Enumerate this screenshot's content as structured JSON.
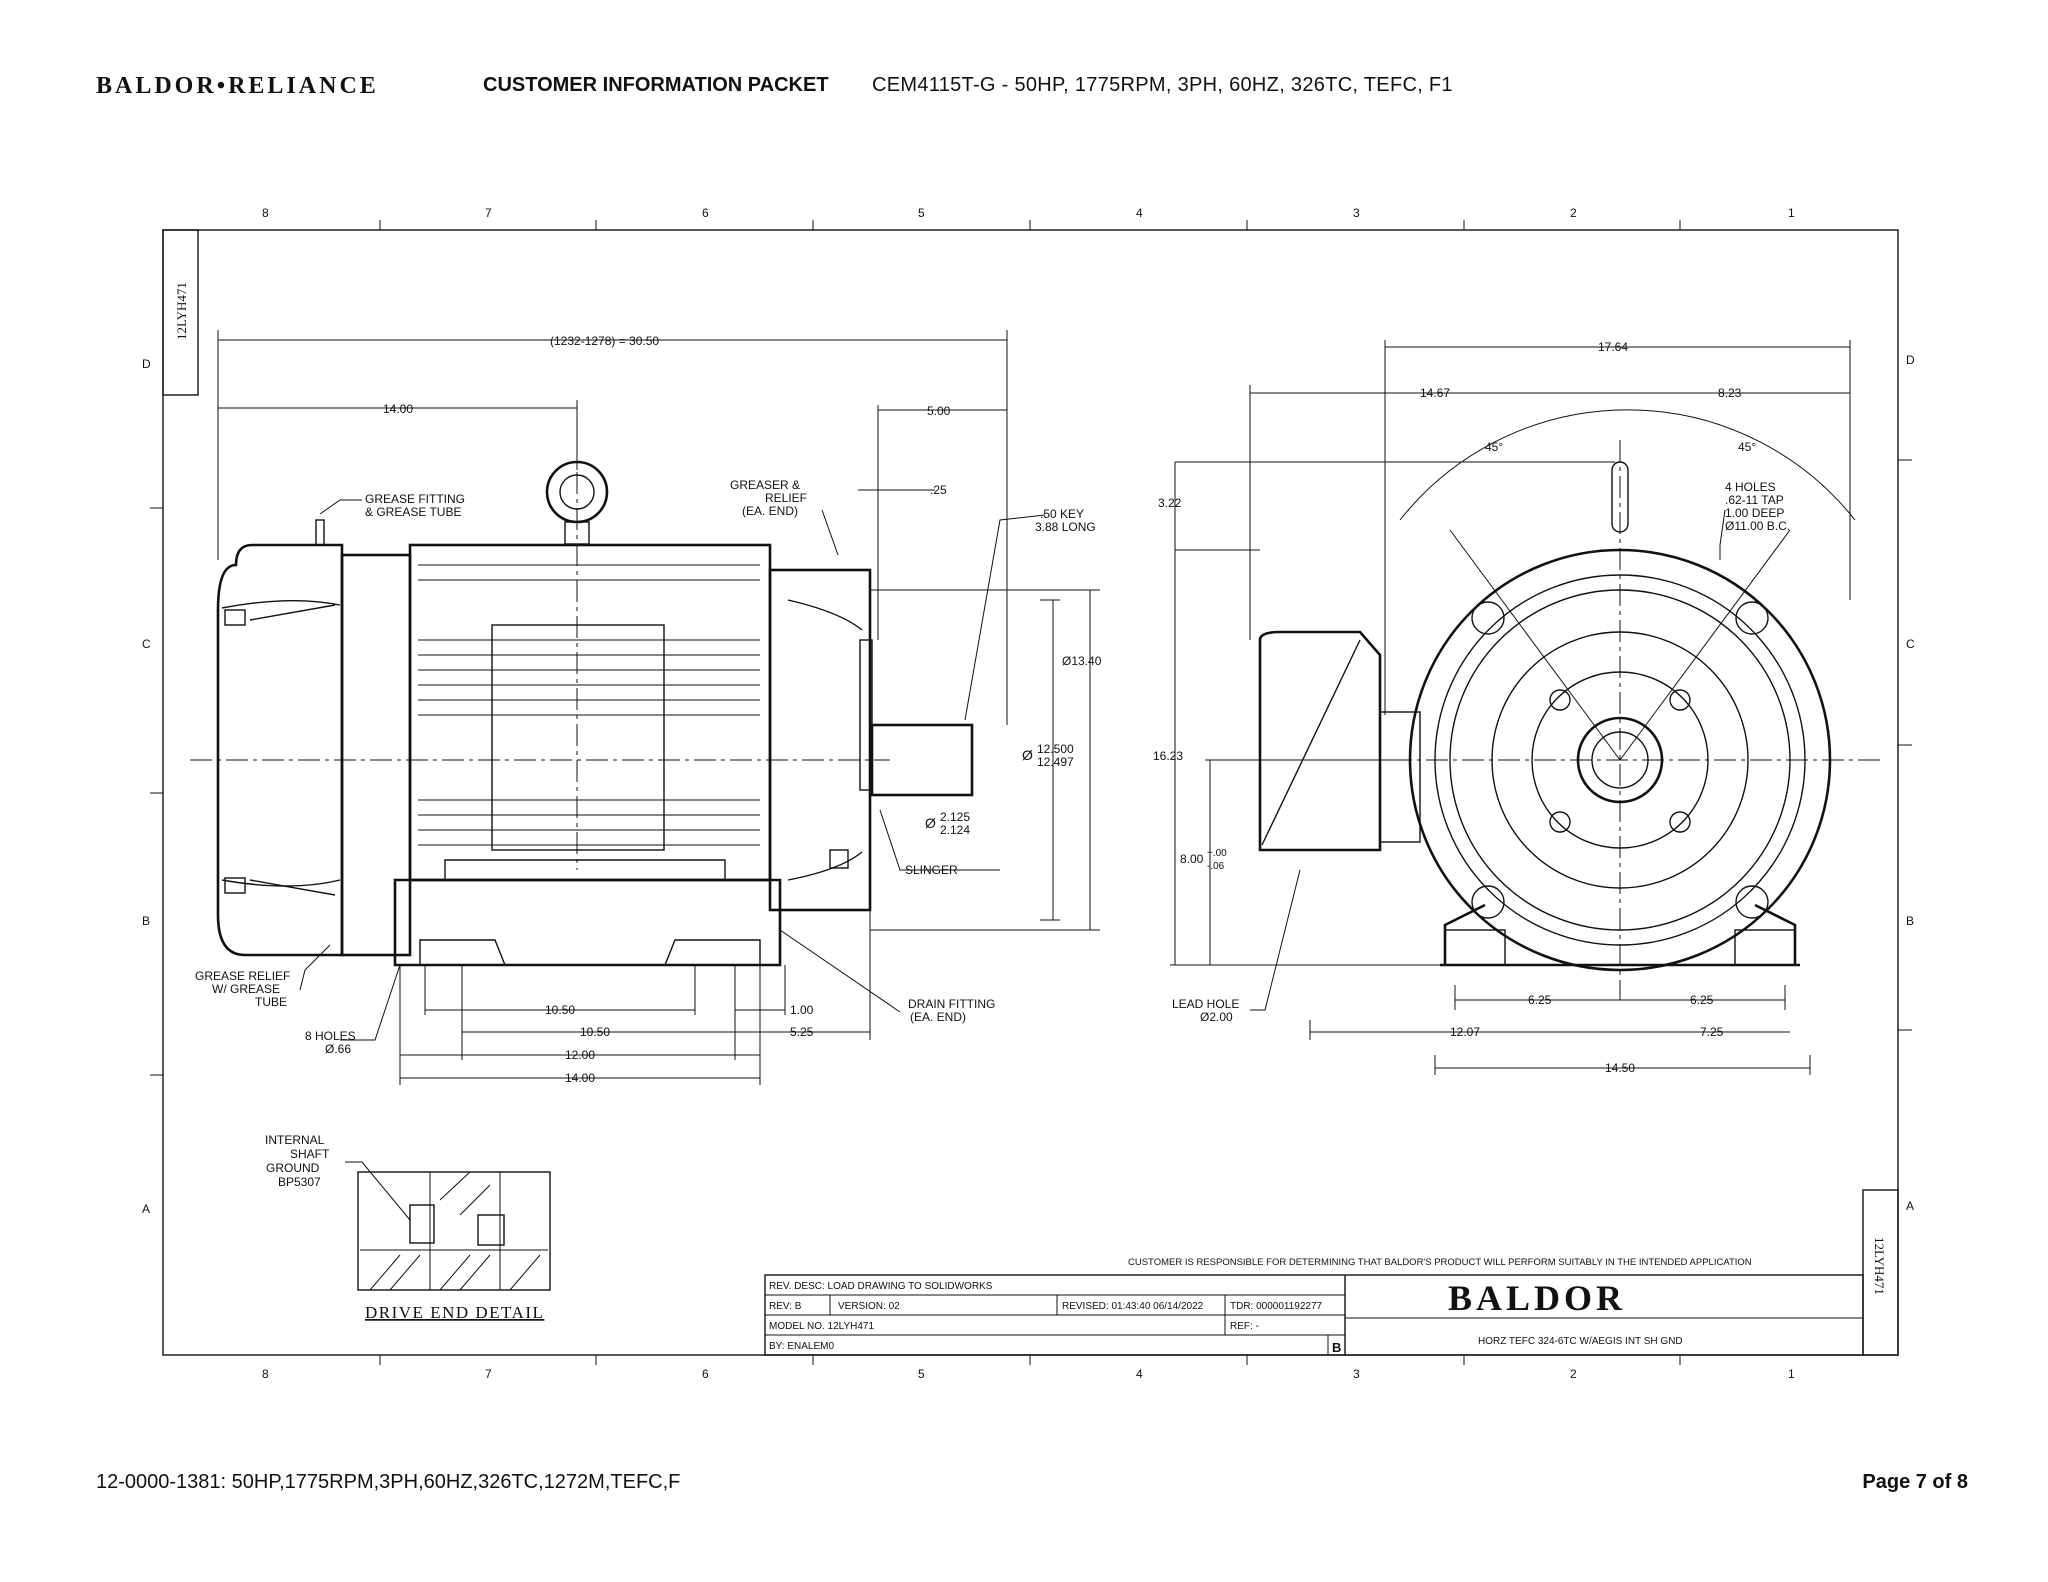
{
  "header": {
    "brand": "BALDOR",
    "brand_sep": " • ",
    "brand_second": "RELIANCE",
    "packet": "CUSTOMER INFORMATION PACKET",
    "description": "CEM4115T-G - 50HP, 1775RPM, 3PH, 60HZ, 326TC, TEFC, F1"
  },
  "drawing": {
    "zones_top": [
      "8",
      "7",
      "6",
      "5",
      "4",
      "3",
      "2",
      "1"
    ],
    "zones_side": [
      "D",
      "C",
      "B",
      "A"
    ],
    "drawing_number": "12LYH471",
    "dims": {
      "overall": "(1232-1278) = 30.50",
      "d14": "14.00",
      "d5": "5.00",
      "d25": ".25",
      "grease_fitting": "GREASE FITTING",
      "grease_tube": "& GREASE TUBE",
      "greaser": "GREASER &",
      "relief": "RELIEF",
      "ea_end": "(EA. END)",
      "key": ".50 KEY",
      "key_long": "3.88 LONG",
      "dia1340": "Ø13.40",
      "dia12500": "12.500",
      "dia12497": "12.497",
      "dia2125": "2.125",
      "dia2124": "2.124",
      "slinger": "SLINGER",
      "drain": "DRAIN FITTING",
      "drain2": "(EA. END)",
      "grease_relief": "GREASE RELIEF",
      "grease_relief2": "W/ GREASE",
      "grease_relief3": "TUBE",
      "holes": "8 HOLES",
      "holes_dia": "Ø.66",
      "b1050a": "10.50",
      "b1050b": "10.50",
      "b100": "1.00",
      "b525": "5.25",
      "b1200": "12.00",
      "b1400": "14.00",
      "r1764": "17.64",
      "r1467": "14.67",
      "r823": "8.23",
      "r322": "3.22",
      "r1623": "16.23",
      "r800": "8.00",
      "r800tol_p": "+.00",
      "r800tol_m": "-.06",
      "a45a": "45°",
      "a45b": "45°",
      "holes4": "4 HOLES",
      "tap": ".62-11 TAP",
      "deep": "1.00 DEEP",
      "bc": "Ø11.00 B.C.",
      "lead": "LEAD HOLE",
      "lead_dia": "Ø2.00",
      "r625a": "6.25",
      "r625b": "6.25",
      "r1207": "12.07",
      "r725": "7.25",
      "r1450": "14.50"
    },
    "detail": {
      "l1": "INTERNAL",
      "l2": "SHAFT",
      "l3": "GROUND",
      "l4": "BP5307",
      "title": "DRIVE END DETAIL"
    },
    "title_block": {
      "disclaimer": "CUSTOMER IS RESPONSIBLE FOR DETERMINING THAT BALDOR'S PRODUCT WILL PERFORM SUITABLY IN THE INTENDED APPLICATION",
      "rev_desc": "REV. DESC: LOAD DRAWING TO SOLIDWORKS",
      "rev": "REV: B",
      "version": "VERSION: 02",
      "revised": "REVISED: 01:43:40 06/14/2022",
      "tdr": "TDR: 000001192277",
      "model": "MODEL NO. 12LYH471",
      "ref": "REF: -",
      "by": "BY: ENALEM0",
      "size": "B",
      "logo": "BALDOR",
      "product": "HORZ TEFC 324-6TC W/AEGIS INT SH GND"
    }
  },
  "footer": {
    "left": "12-0000-1381: 50HP,1775RPM,3PH,60HZ,326TC,1272M,TEFC,F",
    "right": "Page 7 of 8"
  }
}
